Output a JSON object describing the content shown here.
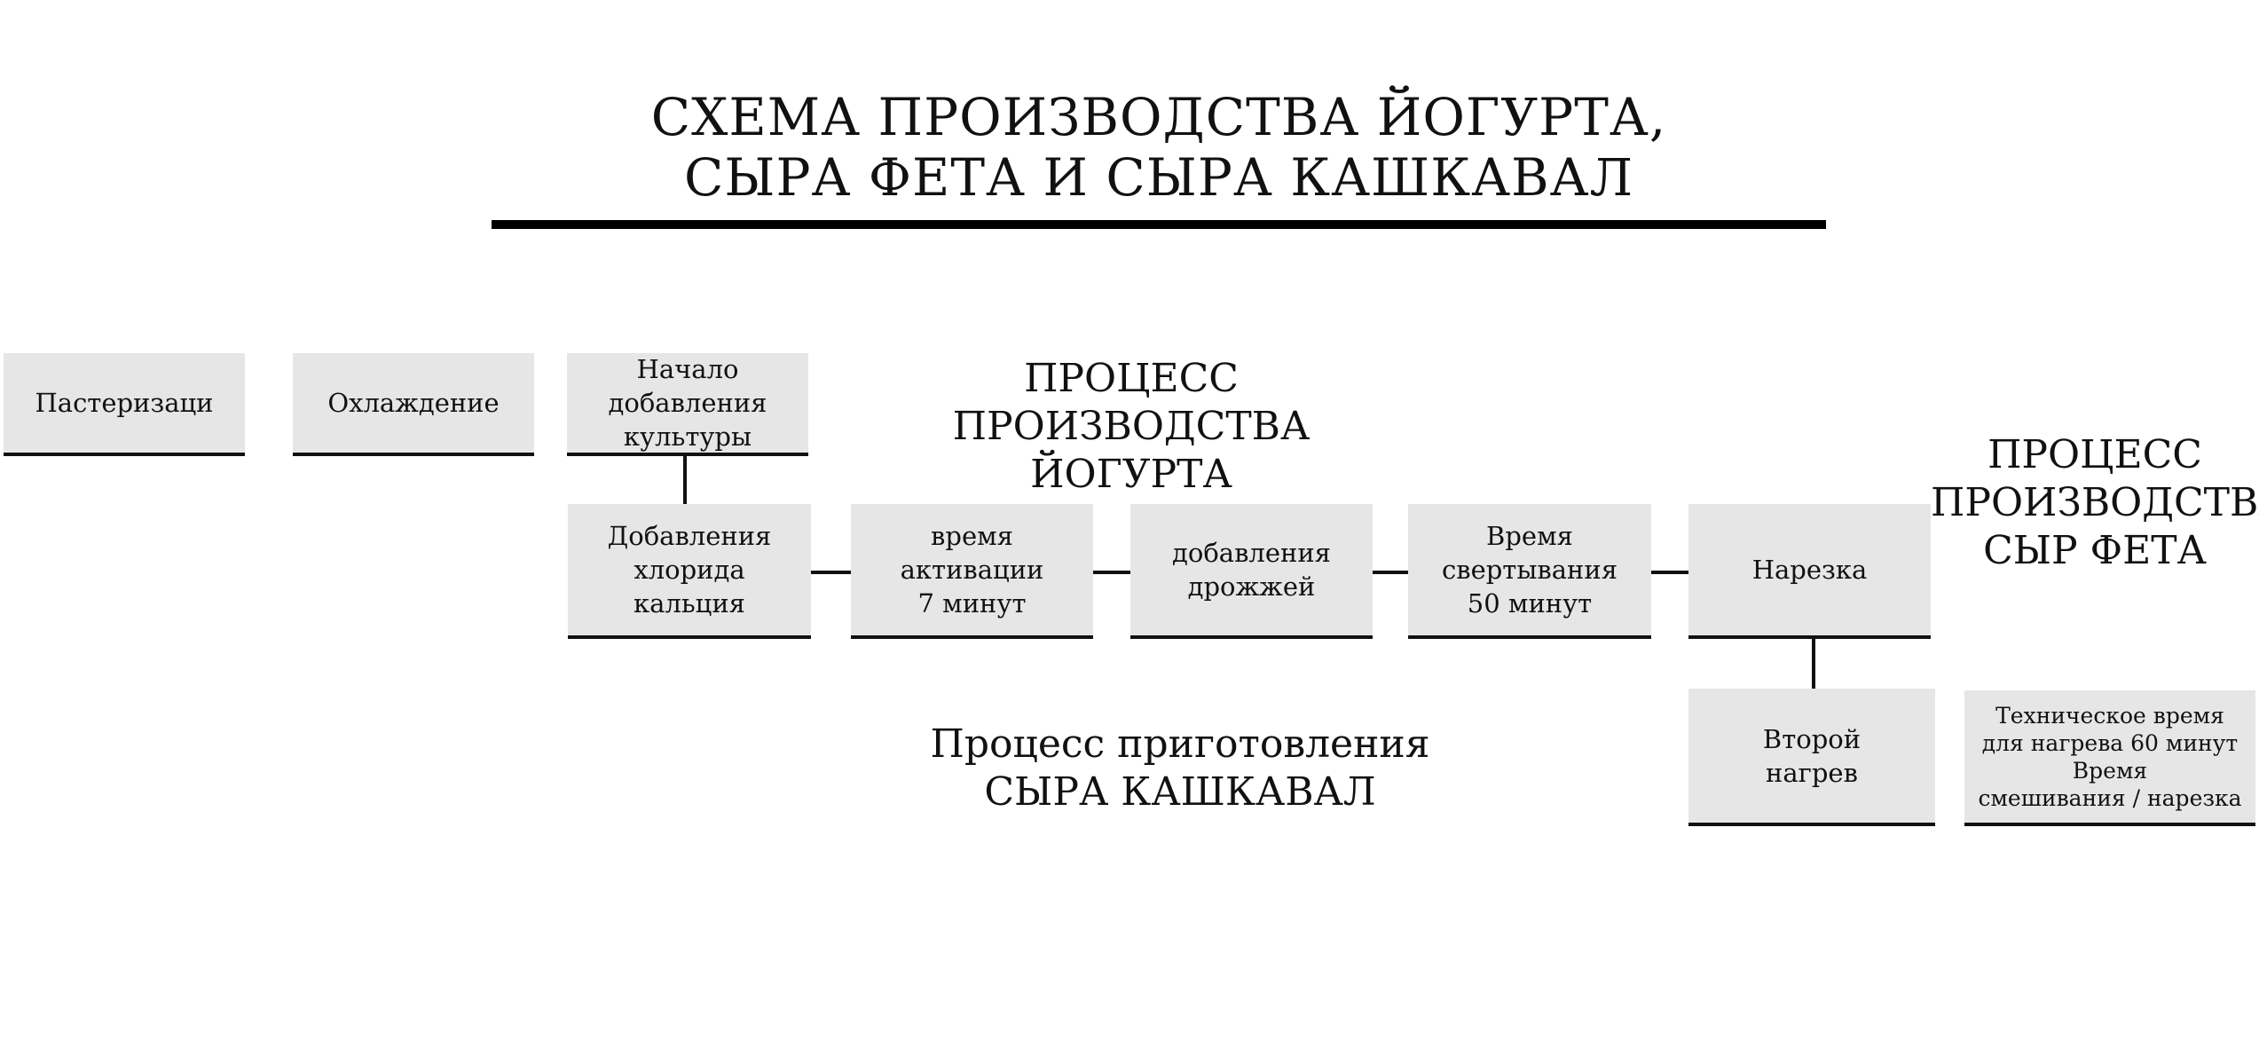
{
  "diagram": {
    "title": "СХЕМА ПРОИЗВОДСТВА ЙОГУРТА,\nСЫРА ФЕТА И СЫРА КАШКАВАЛ",
    "process_labels": {
      "yogurt": "ПРОЦЕСС ПРОИЗВОДСТВА\nЙОГУРТА",
      "feta": "ПРОЦЕСС\nПРОИЗВОДСТВА\nСЫР ФЕТА",
      "kashkaval": "Процесс приготовления\nСЫРА КАШКАВАЛ"
    },
    "steps": {
      "pasteurization": "Пастеризаци",
      "cooling": "Охлаждение",
      "culture_start": "Начало добавления\nкультуры",
      "calcium_chloride": "Добавления\nхлорида кальция",
      "activation_time": "время\nактивации\n7 минут",
      "yeast_addition": "добавления\nдрожжей",
      "curdling_time": "Время\nсвертывания\n50 минут",
      "cutting": "Нарезка",
      "second_heating": "Второй\nнагрев",
      "technical_time": "Техническое время\nдля нагрева 60 минут\nВремя\nсмешивания / нарезка"
    },
    "colors": {
      "box_fill": "#e6e6e6",
      "line": "#111111",
      "background": "#ffffff"
    }
  }
}
